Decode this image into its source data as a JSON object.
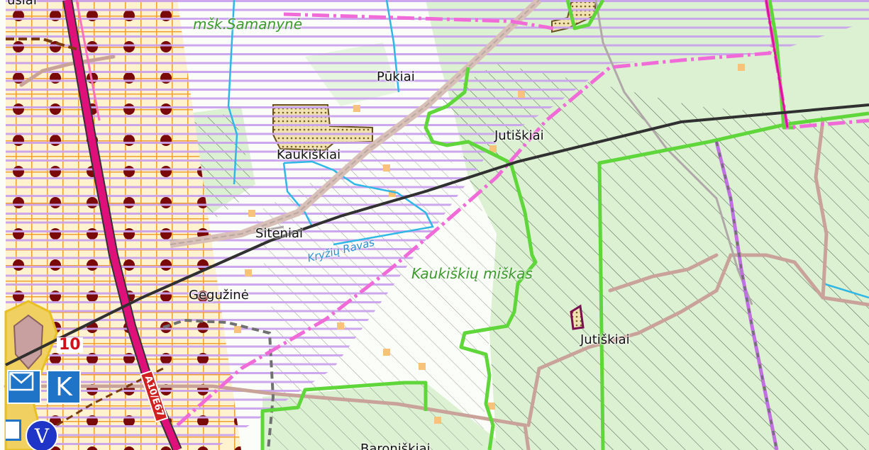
{
  "map": {
    "labels": {
      "top_left_cut": "usiai",
      "samanyne": "mšk.Samanynė",
      "pukiai": "Pūkiai",
      "jutiskiai_north": "Jutiškiai",
      "kaukiskiai": "Kaukiškiai",
      "sitenai": "Siteniai",
      "kryziu_ravas": "Kryžių Ravas",
      "kaukiskiu_miskas": "Kaukiškių miškas",
      "geguzine": "Gegužinė",
      "jutiskiai_south": "Jutiškiai",
      "baroniskiai": "Baroniškiai"
    },
    "road_shields": {
      "number": "10",
      "euro_route": "A10/E67"
    },
    "pois": {
      "k_letter": "K",
      "v_letter": "V"
    },
    "colors": {
      "forest": "#d8efd0",
      "forest_border": "#5fd63a",
      "restricted_stripes": "#c9a2ec",
      "highway": "#e0107a",
      "pipeline": "#303030",
      "pink_boundary": "#f06ad8",
      "water": "#2fb7e6",
      "road_brown": "#c9a39a",
      "poi_blue": "#1f74c8"
    },
    "icons": [
      "mail-icon",
      "letter-k-icon",
      "letter-v-icon",
      "parking-icon"
    ]
  }
}
